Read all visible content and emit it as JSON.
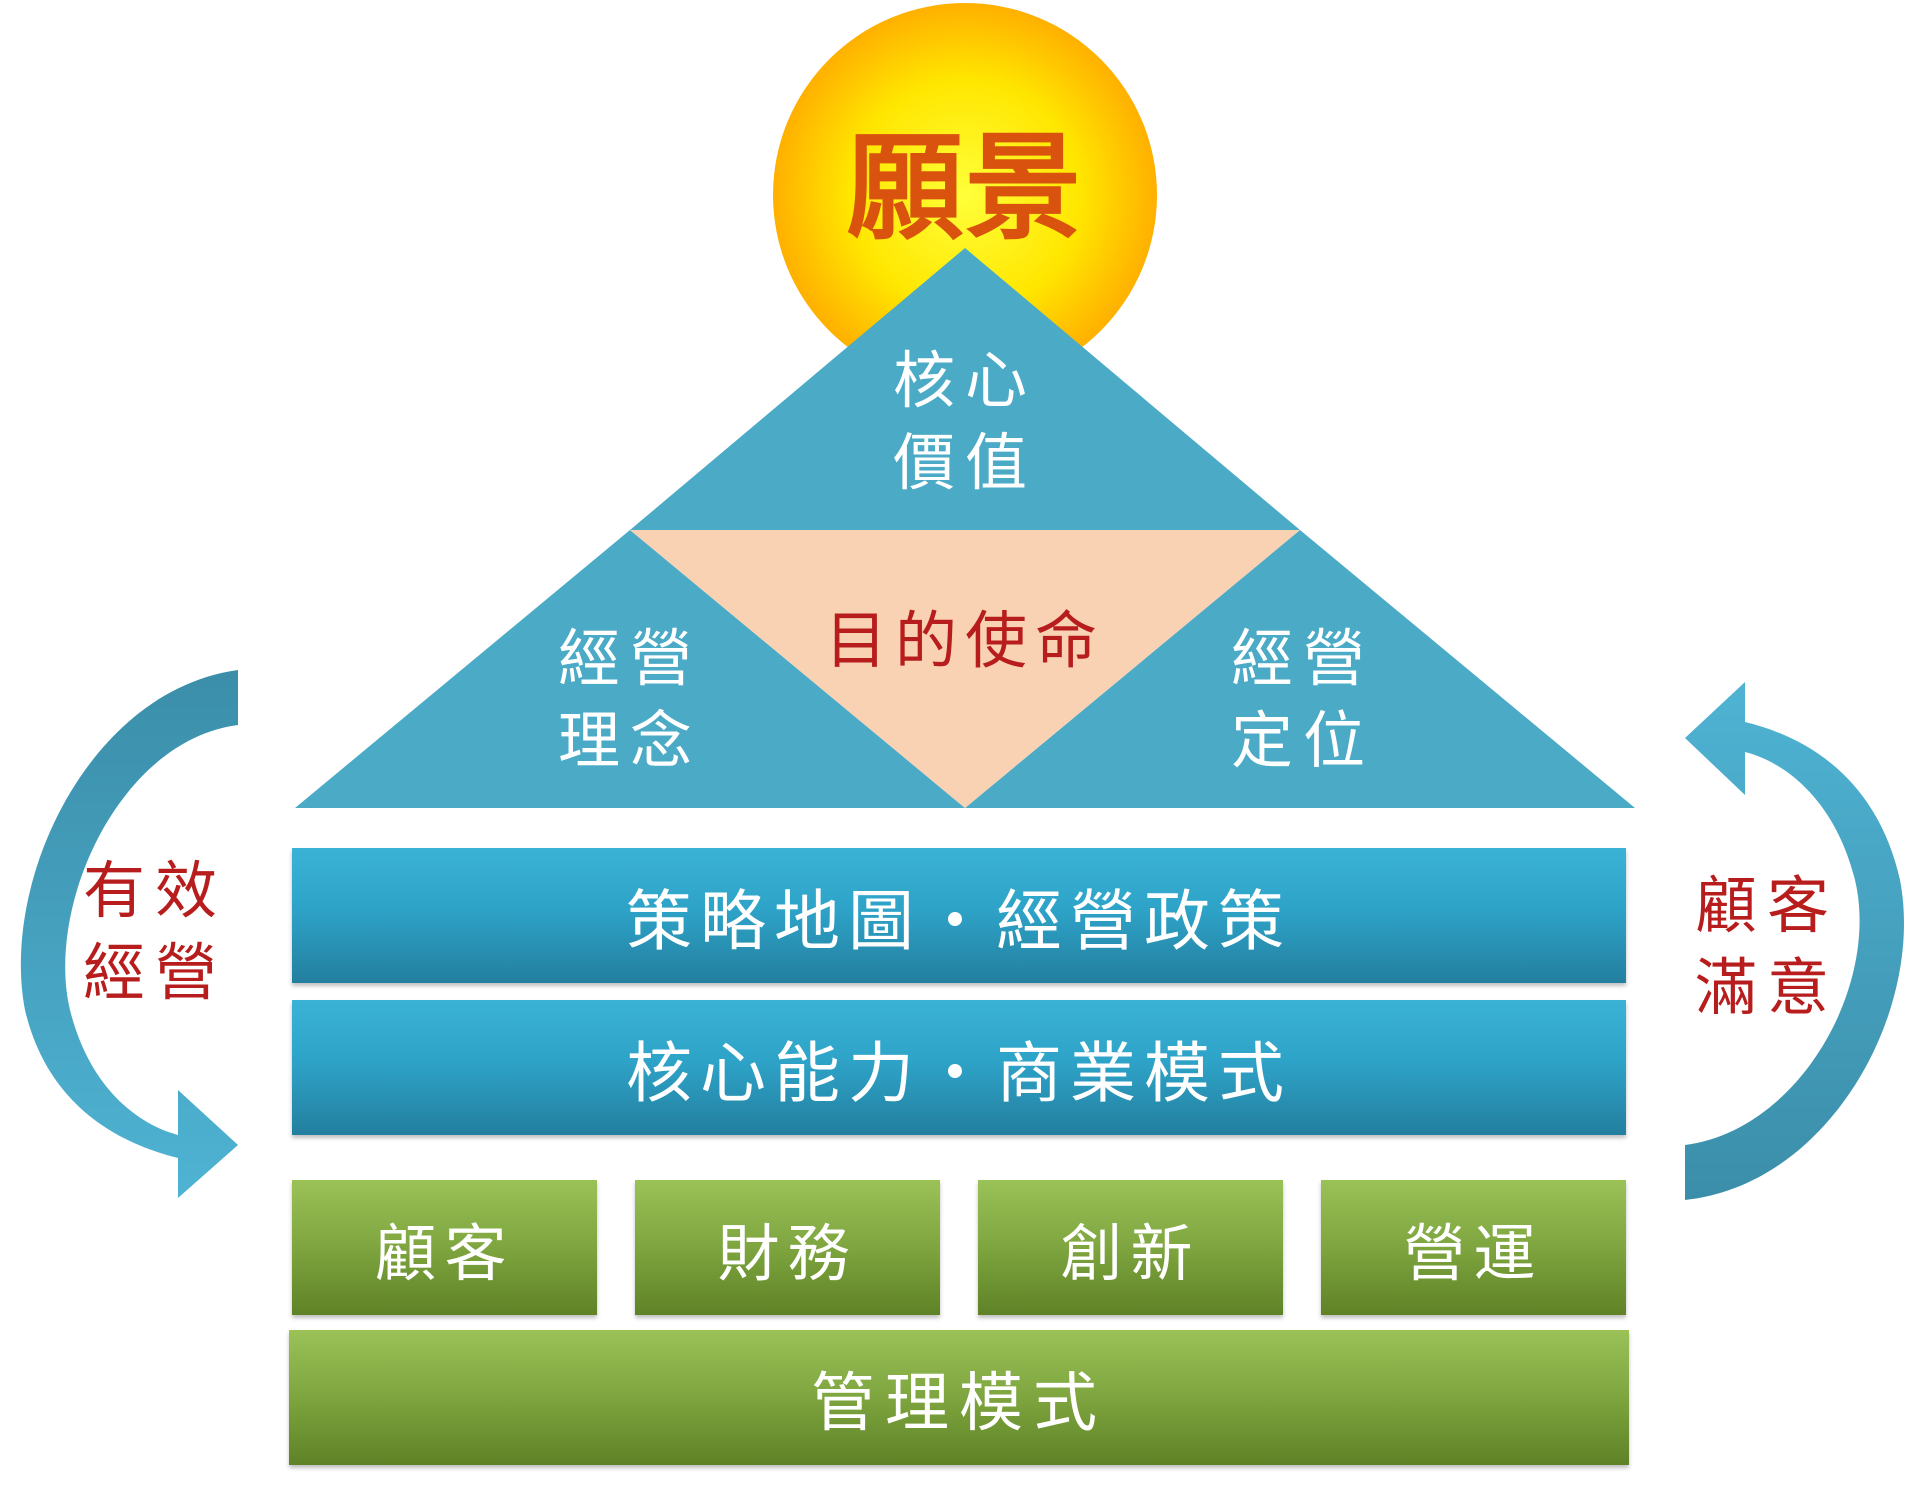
{
  "vision": {
    "label": "願景"
  },
  "roof": {
    "core_value": {
      "line1": "核心",
      "line2": "價值"
    },
    "mission": "目的使命",
    "philosophy": {
      "line1": "經營",
      "line2": "理念"
    },
    "positioning": {
      "line1": "經營",
      "line2": "定位"
    }
  },
  "bands": {
    "strategy": "策略地圖・經營政策",
    "capability": "核心能力・商業模式"
  },
  "pillars": [
    "顧客",
    "財務",
    "創新",
    "營運"
  ],
  "base": "管理模式",
  "cycle": {
    "left": {
      "line1": "有效",
      "line2": "經營"
    },
    "right": {
      "line1": "顧客",
      "line2": "滿意"
    }
  },
  "colors": {
    "sun_core": "#ffff33",
    "sun_edge": "#ffb400",
    "vision_text": "#d9530f",
    "roof_blue": "#4baac6",
    "mission_fill": "#f9d2b4",
    "accent_red": "#b81d1d",
    "band_blue": "#2ea3c8",
    "pillar_green": "#7ea53f"
  }
}
